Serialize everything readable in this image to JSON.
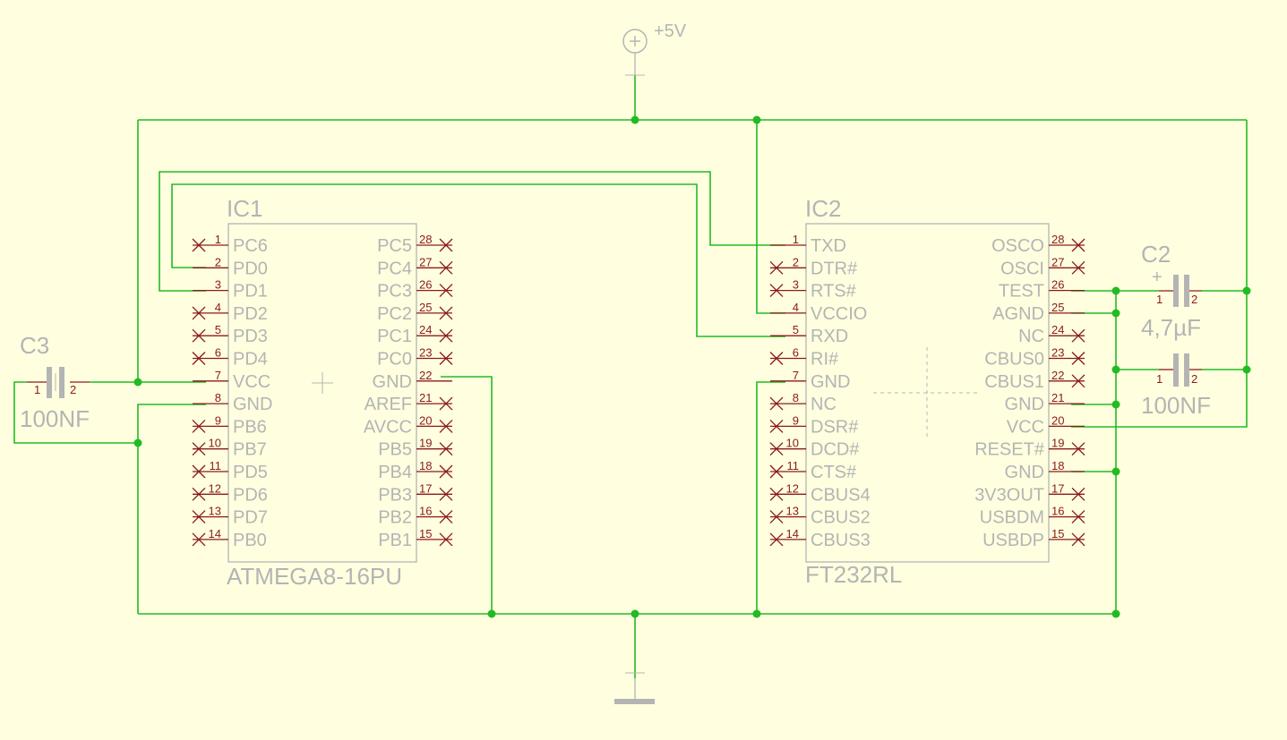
{
  "ic1": {
    "ref": "IC1",
    "value": "ATMEGA8-16PU",
    "left_pins": [
      {
        "num": "1",
        "name": "PC6",
        "nc": true
      },
      {
        "num": "2",
        "name": "PD0",
        "nc": false
      },
      {
        "num": "3",
        "name": "PD1",
        "nc": false
      },
      {
        "num": "4",
        "name": "PD2",
        "nc": true
      },
      {
        "num": "5",
        "name": "PD3",
        "nc": true
      },
      {
        "num": "6",
        "name": "PD4",
        "nc": true
      },
      {
        "num": "7",
        "name": "VCC",
        "nc": false
      },
      {
        "num": "8",
        "name": "GND",
        "nc": false
      },
      {
        "num": "9",
        "name": "PB6",
        "nc": true
      },
      {
        "num": "10",
        "name": "PB7",
        "nc": true
      },
      {
        "num": "11",
        "name": "PD5",
        "nc": true
      },
      {
        "num": "12",
        "name": "PD6",
        "nc": true
      },
      {
        "num": "13",
        "name": "PD7",
        "nc": true
      },
      {
        "num": "14",
        "name": "PB0",
        "nc": true
      }
    ],
    "right_pins": [
      {
        "num": "28",
        "name": "PC5",
        "nc": true
      },
      {
        "num": "27",
        "name": "PC4",
        "nc": true
      },
      {
        "num": "26",
        "name": "PC3",
        "nc": true
      },
      {
        "num": "25",
        "name": "PC2",
        "nc": true
      },
      {
        "num": "24",
        "name": "PC1",
        "nc": true
      },
      {
        "num": "23",
        "name": "PC0",
        "nc": true
      },
      {
        "num": "22",
        "name": "GND",
        "nc": false
      },
      {
        "num": "21",
        "name": "AREF",
        "nc": true
      },
      {
        "num": "20",
        "name": "AVCC",
        "nc": true
      },
      {
        "num": "19",
        "name": "PB5",
        "nc": true
      },
      {
        "num": "18",
        "name": "PB4",
        "nc": true
      },
      {
        "num": "17",
        "name": "PB3",
        "nc": true
      },
      {
        "num": "16",
        "name": "PB2",
        "nc": true
      },
      {
        "num": "15",
        "name": "PB1",
        "nc": true
      }
    ]
  },
  "ic2": {
    "ref": "IC2",
    "value": "FT232RL",
    "left_pins": [
      {
        "num": "1",
        "name": "TXD",
        "nc": false
      },
      {
        "num": "2",
        "name": "DTR#",
        "nc": true
      },
      {
        "num": "3",
        "name": "RTS#",
        "nc": true
      },
      {
        "num": "4",
        "name": "VCCIO",
        "nc": false
      },
      {
        "num": "5",
        "name": "RXD",
        "nc": false
      },
      {
        "num": "6",
        "name": "RI#",
        "nc": true
      },
      {
        "num": "7",
        "name": "GND",
        "nc": false
      },
      {
        "num": "8",
        "name": "NC",
        "nc": true
      },
      {
        "num": "9",
        "name": "DSR#",
        "nc": true
      },
      {
        "num": "10",
        "name": "DCD#",
        "nc": true
      },
      {
        "num": "11",
        "name": "CTS#",
        "nc": true
      },
      {
        "num": "12",
        "name": "CBUS4",
        "nc": true
      },
      {
        "num": "13",
        "name": "CBUS2",
        "nc": true
      },
      {
        "num": "14",
        "name": "CBUS3",
        "nc": true
      }
    ],
    "right_pins": [
      {
        "num": "28",
        "name": "OSCO",
        "nc": true
      },
      {
        "num": "27",
        "name": "OSCI",
        "nc": true
      },
      {
        "num": "26",
        "name": "TEST",
        "nc": false
      },
      {
        "num": "25",
        "name": "AGND",
        "nc": false
      },
      {
        "num": "24",
        "name": "NC",
        "nc": true
      },
      {
        "num": "23",
        "name": "CBUS0",
        "nc": true
      },
      {
        "num": "22",
        "name": "CBUS1",
        "nc": true
      },
      {
        "num": "21",
        "name": "GND",
        "nc": false
      },
      {
        "num": "20",
        "name": "VCC",
        "nc": false
      },
      {
        "num": "19",
        "name": "RESET#",
        "nc": true
      },
      {
        "num": "18",
        "name": "GND",
        "nc": false
      },
      {
        "num": "17",
        "name": "3V3OUT",
        "nc": true
      },
      {
        "num": "16",
        "name": "USBDM",
        "nc": true
      },
      {
        "num": "15",
        "name": "USBDP",
        "nc": true
      }
    ]
  },
  "c3": {
    "ref": "C3",
    "value": "100NF",
    "pin1": "1",
    "pin2": "2"
  },
  "c2": {
    "ref": "C2",
    "value": "4,7µF",
    "pin1": "1",
    "pin2": "2",
    "polarity": "+"
  },
  "c_unnamed": {
    "value": "100NF",
    "pin1": "1",
    "pin2": "2"
  },
  "supply": {
    "label": "+5V"
  },
  "colors": {
    "background": "#ffffe0",
    "wire": "#22bb22",
    "pin": "#8b1a1a",
    "text": "#b4b4b4"
  }
}
